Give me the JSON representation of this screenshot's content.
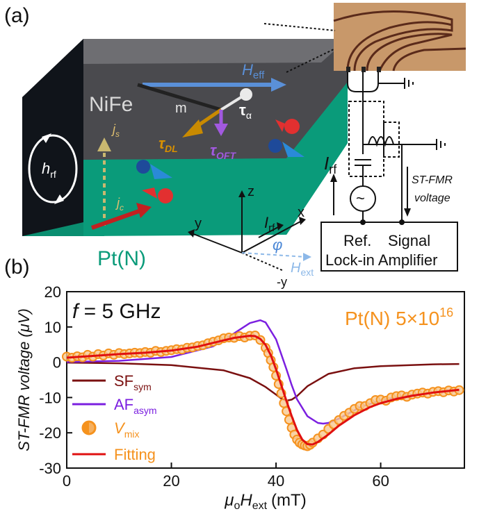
{
  "panel_a": {
    "label": "(a)",
    "nife_label": "NiFe",
    "pt_label": "Pt(N)",
    "h_eff": "H",
    "h_eff_sub": "eff",
    "m_label": "m",
    "tau_alpha": "τ",
    "tau_alpha_sub": "α",
    "tau_dl": "τ",
    "tau_dl_sub": "DL",
    "tau_oft": "τ",
    "tau_oft_sub": "OFT",
    "js": "j",
    "js_sub": "s",
    "jc": "j",
    "jc_sub": "c",
    "hrf": "h",
    "hrf_sub": "rf",
    "axes": {
      "z": "z",
      "x": "x",
      "y": "y",
      "neg_y": "-y",
      "i_rf": "I",
      "i_rf_sub": "rf",
      "phi": "φ",
      "h_ext": "H",
      "h_ext_sub": "ext"
    },
    "circuit": {
      "i_rf": "I",
      "i_rf_sub": "rf",
      "st_fmr_1": "ST-FMR",
      "st_fmr_2": "voltage",
      "ref": "Ref.",
      "signal": "Signal",
      "lockin": "Lock-in Amplifier"
    },
    "colors": {
      "nife_top": "#6f6f6f",
      "nife_front": "#2a2a2a",
      "pt_front": "#0a9b7a",
      "pt_side": "#08705a",
      "h_eff": "#4c88d6",
      "tau_dl": "#c98a00",
      "tau_oft": "#a259e0"
    }
  },
  "panel_b": {
    "label": "(b)"
  },
  "chart_data": {
    "type": "line",
    "title": "f = 5 GHz",
    "annotation": "Pt(N) 5×10",
    "annotation_sup": "16",
    "ylabel": "ST-FMR voltage (μV)",
    "xlabel": "μ",
    "xlabel_sub": "o",
    "xlabel_rest": "H",
    "xlabel_rest_sub": "ext",
    "xlabel_unit": "(mT)",
    "xlim": [
      0,
      76
    ],
    "ylim": [
      -30,
      20
    ],
    "xticks": [
      0,
      20,
      40,
      60
    ],
    "yticks": [
      20,
      10,
      0,
      -10,
      -20,
      -30
    ],
    "grid": false,
    "legend_position": "bottom-left",
    "series": [
      {
        "name": "SF",
        "name_sub": "sym",
        "kind": "line",
        "color": "#7a1010",
        "x": [
          0,
          10,
          20,
          30,
          35,
          38,
          40,
          41,
          42,
          43,
          44,
          46,
          50,
          55,
          60,
          70,
          75
        ],
        "y": [
          -0.1,
          -0.3,
          -0.8,
          -2.3,
          -4.5,
          -7.0,
          -9.2,
          -10.3,
          -10.9,
          -10.6,
          -9.6,
          -6.8,
          -3.3,
          -1.7,
          -1.1,
          -0.6,
          -0.5
        ]
      },
      {
        "name": "AF",
        "name_sub": "asym",
        "kind": "line",
        "color": "#7b1fe0",
        "x": [
          0,
          10,
          20,
          28,
          32,
          35,
          37,
          38,
          40,
          42,
          43,
          44,
          46,
          48,
          49,
          50,
          52,
          56,
          60,
          65,
          70,
          75
        ],
        "y": [
          0.1,
          0.4,
          1.5,
          4.5,
          8.2,
          11.1,
          11.9,
          11.3,
          6.5,
          -2.0,
          -6.5,
          -10.5,
          -15.3,
          -17.2,
          -17.4,
          -17.2,
          -16.0,
          -12.8,
          -10.8,
          -9.4,
          -8.6,
          -8.1
        ]
      },
      {
        "name": "V",
        "name_sub": "mix",
        "kind": "markers",
        "color": "#f5921e",
        "x": [
          0,
          1,
          2,
          3,
          4,
          5,
          6,
          7,
          8,
          9,
          10,
          11,
          12,
          13,
          14,
          15,
          16,
          17,
          18,
          19,
          20,
          21,
          22,
          23,
          24,
          25,
          26,
          27,
          28,
          29,
          30,
          31,
          32,
          33,
          34,
          35,
          36,
          37,
          38,
          38.5,
          39,
          39.5,
          40,
          40.5,
          41,
          41.5,
          42,
          42.5,
          43,
          43.5,
          44,
          44.5,
          45,
          45.5,
          46,
          46.5,
          47,
          48,
          49,
          50,
          51,
          52,
          53,
          54,
          55,
          56,
          57,
          58,
          59,
          60,
          61,
          62,
          63,
          64,
          65,
          66,
          67,
          68,
          69,
          70,
          71,
          72,
          73,
          74,
          75
        ],
        "y": [
          1.6,
          1.3,
          1.7,
          1.4,
          2.1,
          1.6,
          2.3,
          1.9,
          2.5,
          2.1,
          2.6,
          2.3,
          2.5,
          2.7,
          2.6,
          2.9,
          2.7,
          3.2,
          2.9,
          3.2,
          3.4,
          3.7,
          3.6,
          4.1,
          4.2,
          4.6,
          4.8,
          5.4,
          5.8,
          6.2,
          6.8,
          7.0,
          6.9,
          7.4,
          7.0,
          7.5,
          7.6,
          6.3,
          4.1,
          2.6,
          0.6,
          -1.4,
          -3.8,
          -6.2,
          -8.8,
          -11.6,
          -13.9,
          -16.3,
          -18.6,
          -20.5,
          -21.9,
          -22.8,
          -23.3,
          -23.6,
          -23.8,
          -23.4,
          -22.8,
          -21.6,
          -20.5,
          -18.9,
          -17.6,
          -16.4,
          -15.2,
          -14.3,
          -13.2,
          -12.4,
          -12.4,
          -11.6,
          -10.7,
          -10.6,
          -10.9,
          -10.0,
          -9.6,
          -9.4,
          -9.8,
          -9.2,
          -8.9,
          -8.6,
          -8.9,
          -8.4,
          -8.2,
          -8.5,
          -8.0,
          -8.3,
          -7.9
        ]
      },
      {
        "name": "Fitting",
        "kind": "line",
        "color": "#e01010",
        "x": [
          0,
          5,
          10,
          15,
          20,
          25,
          28,
          30,
          32,
          34,
          35,
          36,
          37,
          38,
          39,
          40,
          41,
          42,
          43,
          44,
          45,
          46,
          47,
          48,
          50,
          52,
          55,
          58,
          60,
          63,
          66,
          70,
          75
        ],
        "y": [
          1.3,
          1.8,
          2.3,
          2.7,
          3.3,
          4.4,
          5.5,
          6.2,
          6.9,
          7.3,
          7.5,
          7.4,
          6.6,
          4.9,
          2.0,
          -2.0,
          -6.5,
          -11.0,
          -15.3,
          -19.2,
          -21.9,
          -23.2,
          -23.3,
          -22.6,
          -20.5,
          -18.0,
          -15.0,
          -12.7,
          -11.6,
          -10.4,
          -9.5,
          -8.6,
          -7.8
        ]
      }
    ]
  }
}
